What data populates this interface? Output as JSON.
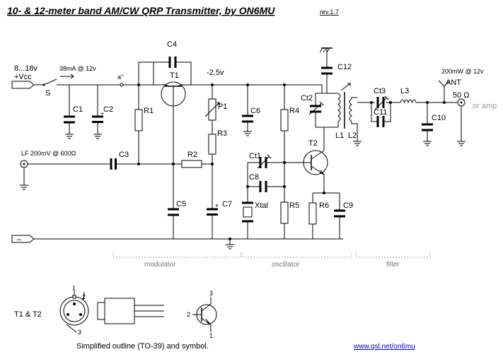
{
  "title": "10- & 12-meter band AM/CW QRP Transmitter, by ON6MU",
  "revision": "rev.1.7",
  "supply": {
    "voltage_range": "8...18v",
    "terminal": "+Vcc",
    "current": "38mA @ 12v",
    "switch": "S",
    "point_a": "a\"",
    "bias_voltage": "-2.5v"
  },
  "input": {
    "label": "LF 200mV @ 600Ω"
  },
  "output": {
    "power": "200mW @ 12v",
    "antenna": "ANT",
    "impedance": "50 Ω",
    "or_amp": "or amp"
  },
  "ground_terminal": "–",
  "components": {
    "C1": "C1",
    "C2": "C2",
    "C3": "C3",
    "C4": "C4",
    "C5": "C5",
    "C6": "C6",
    "C7": "C7",
    "C8": "C8",
    "C9": "C9",
    "C10": "C10",
    "C11": "C11",
    "C12": "C12",
    "Ct1": "Ct1",
    "Ct2": "Ct2",
    "Ct3": "Ct3",
    "R1": "R1",
    "R2": "R2",
    "R3": "R3",
    "R4": "R4",
    "R5": "R5",
    "R6": "R6",
    "P1": "P1",
    "T1": "T1",
    "T2": "T2",
    "L1": "L1",
    "L2": "L2",
    "L3": "L3",
    "Xtal": "Xtal"
  },
  "sections": {
    "modulator": "modulator",
    "oscillator": "oscillator",
    "filter": "filter"
  },
  "package": {
    "transistors": "T1 & T2",
    "caption": "Simplified outline (TO-39) and symbol.",
    "pins": [
      "1",
      "2",
      "3"
    ]
  },
  "website": "www.qsl.net/on6mu"
}
